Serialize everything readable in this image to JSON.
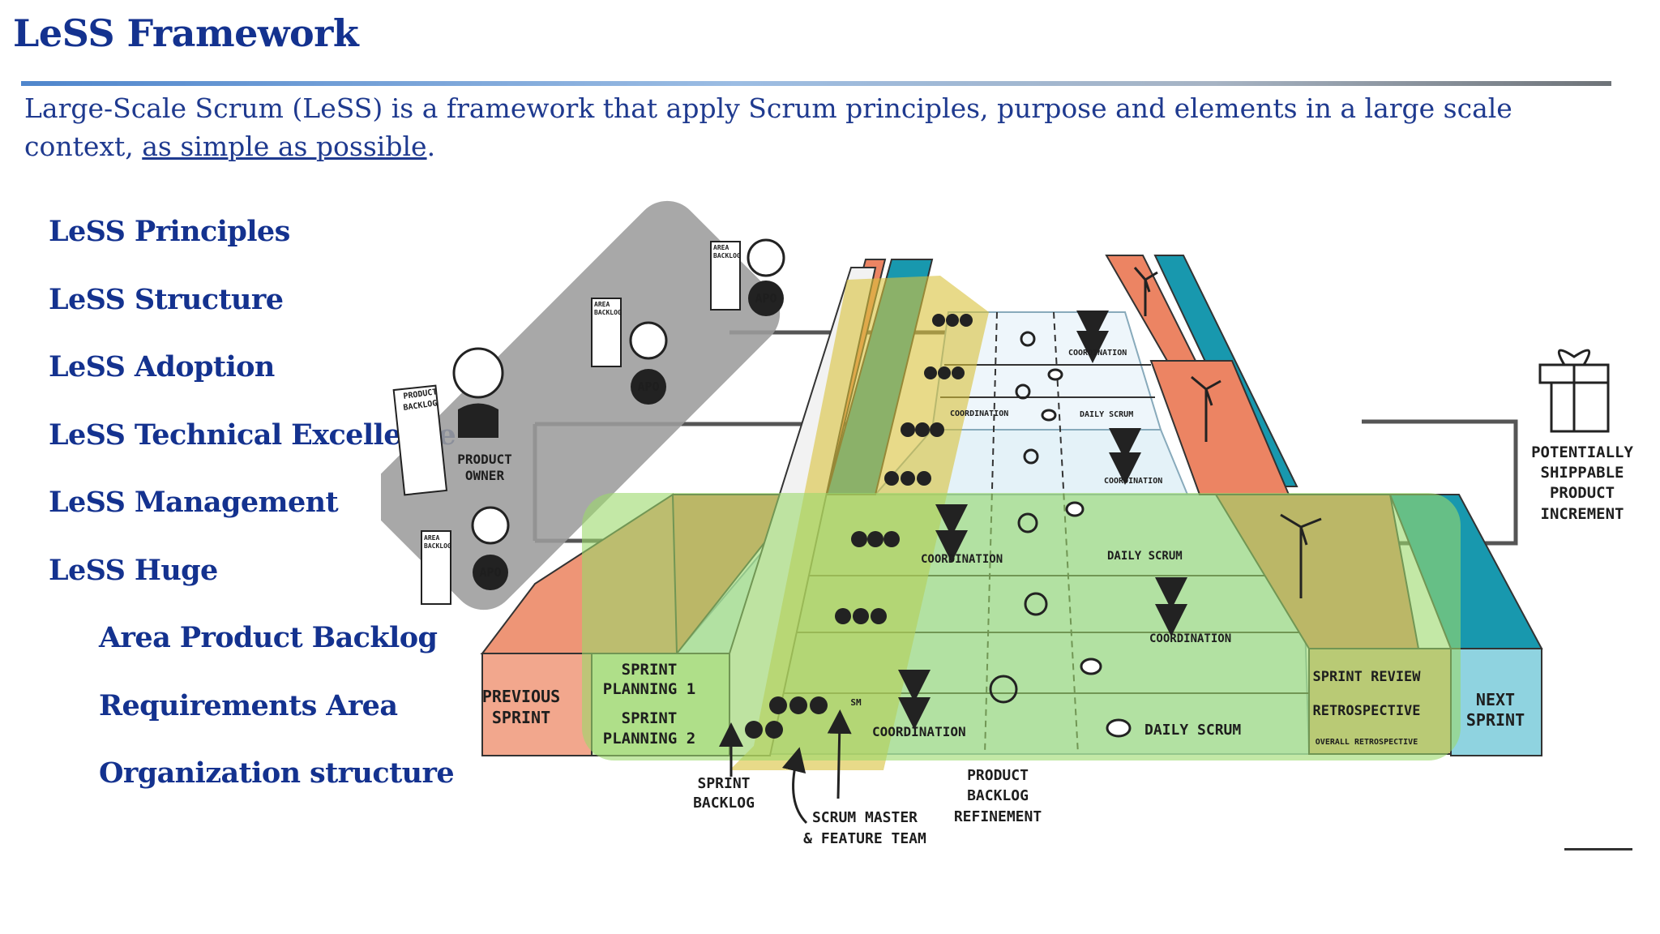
{
  "title": "LeSS Framework",
  "intro": {
    "text": "Large-Scale Scrum (LeSS) is a framework that apply Scrum principles, purpose and elements in a large scale context, ",
    "link": "as simple as possible",
    "end": "."
  },
  "topics": [
    {
      "label": "LeSS Principles",
      "level": 1
    },
    {
      "label": "LeSS Structure",
      "level": 1
    },
    {
      "label": "LeSS Adoption",
      "level": 1
    },
    {
      "label": "LeSS Technical Excellence",
      "level": 1
    },
    {
      "label": "LeSS Management",
      "level": 1
    },
    {
      "label": "LeSS Huge",
      "level": 1
    },
    {
      "label": "Area Product Backlog",
      "level": 2
    },
    {
      "label": "Requirements Area",
      "level": 2
    },
    {
      "label": "Organization structure",
      "level": 2
    }
  ],
  "diagram": {
    "previous_sprint": [
      "PREVIOUS",
      "SPRINT"
    ],
    "next_sprint": [
      "NEXT",
      "SPRINT"
    ],
    "sprint_planning_1": [
      "SPRINT",
      "PLANNING 1"
    ],
    "sprint_planning_2": [
      "SPRINT",
      "PLANNING 2"
    ],
    "sprint_review": "SPRINT REVIEW",
    "retrospective": "RETROSPECTIVE",
    "overall_retrospective": "OVERALL RETROSPECTIVE",
    "coordination": "COORDINATION",
    "daily_scrum": "DAILY SCRUM",
    "sm": "SM",
    "apo": "APO",
    "product_owner": [
      "PRODUCT",
      "OWNER"
    ],
    "product_backlog": [
      "PRODUCT",
      "BACKLOG"
    ],
    "area_backlog": [
      "AREA",
      "BACKLOG"
    ],
    "sprint_backlog": [
      "SPRINT",
      "BACKLOG"
    ],
    "scrum_master_team": [
      "SCRUM MASTER",
      "& FEATURE TEAM"
    ],
    "pbr": [
      "PRODUCT",
      "BACKLOG",
      "REFINEMENT"
    ],
    "psi": [
      "POTENTIALLY",
      "SHIPPABLE",
      "PRODUCT",
      "INCREMENT"
    ]
  },
  "colors": {
    "heading": "#14328f",
    "intro_text": "#1f3a8f",
    "wall_orange": "#ec8463",
    "wall_teal": "#1898ae",
    "green_overlay": "#9bd86a",
    "yellow_overlay": "#d8c23a",
    "gray_overlay": "#9c9c9c"
  }
}
